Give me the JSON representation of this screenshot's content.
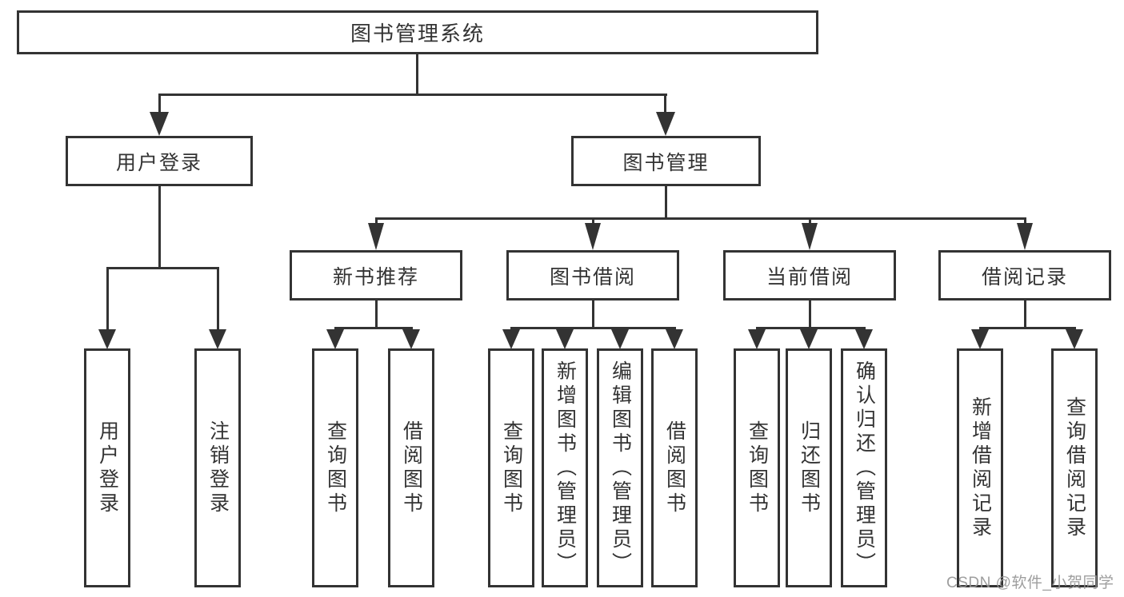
{
  "title": {
    "label": "图书管理系统"
  },
  "branches": {
    "user_login": {
      "label": "用户登录",
      "children": [
        "用户登录",
        "注销登录"
      ]
    },
    "book_mgmt": {
      "label": "图书管理"
    },
    "new_books": {
      "label": "新书推荐",
      "children": [
        "查询图书",
        "借阅图书"
      ]
    },
    "borrowing": {
      "label": "图书借阅",
      "children": [
        "查询图书",
        "新增图书（管理员）",
        "编辑图书（管理员）",
        "借阅图书"
      ]
    },
    "current": {
      "label": "当前借阅",
      "children": [
        "查询图书",
        "归还图书",
        "确认归还（管理员）"
      ]
    },
    "records": {
      "label": "借阅记录",
      "children": [
        "新增借阅记录",
        "查询借阅记录"
      ]
    }
  },
  "watermark": {
    "text": "CSDN @软件_小贺同学"
  },
  "colors": {
    "line": "#333333",
    "text": "#333333",
    "box_background": "#ffffff",
    "watermark": "#969696",
    "background": "#ffffff"
  }
}
